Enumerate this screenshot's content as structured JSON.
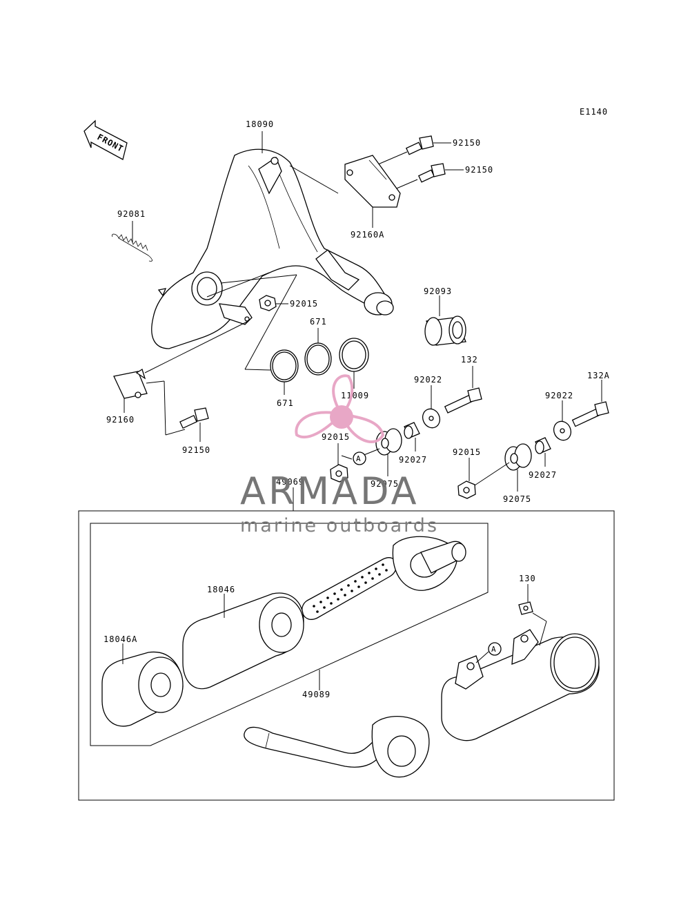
{
  "diagram_code": "E1140",
  "front_label": "FRONT",
  "callout_letter": "A",
  "watermark": {
    "title": "ARMADA",
    "subtitle": "marine outboards",
    "accent_color": "#e7a3c3",
    "text_color": "#6f6f6f"
  },
  "parts": {
    "muffler": "18090",
    "bolt_top_1": "92150",
    "bolt_top_2": "92150",
    "bracket_top": "92160A",
    "spring": "92081",
    "nut_upper": "92015",
    "oring_a": "671",
    "oring_b": "671",
    "gasket": "11009",
    "grommet_large": "92093",
    "bolt_132": "132",
    "washer_mid": "92022",
    "bracket_lower": "92160",
    "bolt_lower": "92150",
    "nut_mid": "92015",
    "collar_mid": "92027",
    "damper_mid": "92075",
    "washer_right": "92022",
    "bolt_132a": "132A",
    "nut_right": "92015",
    "collar_right": "92027",
    "damper_right": "92075",
    "silencer_assy": "49069",
    "packing_1": "18046",
    "packing_2": "18046A",
    "silencer_inner": "49089",
    "bolt_130": "130"
  }
}
